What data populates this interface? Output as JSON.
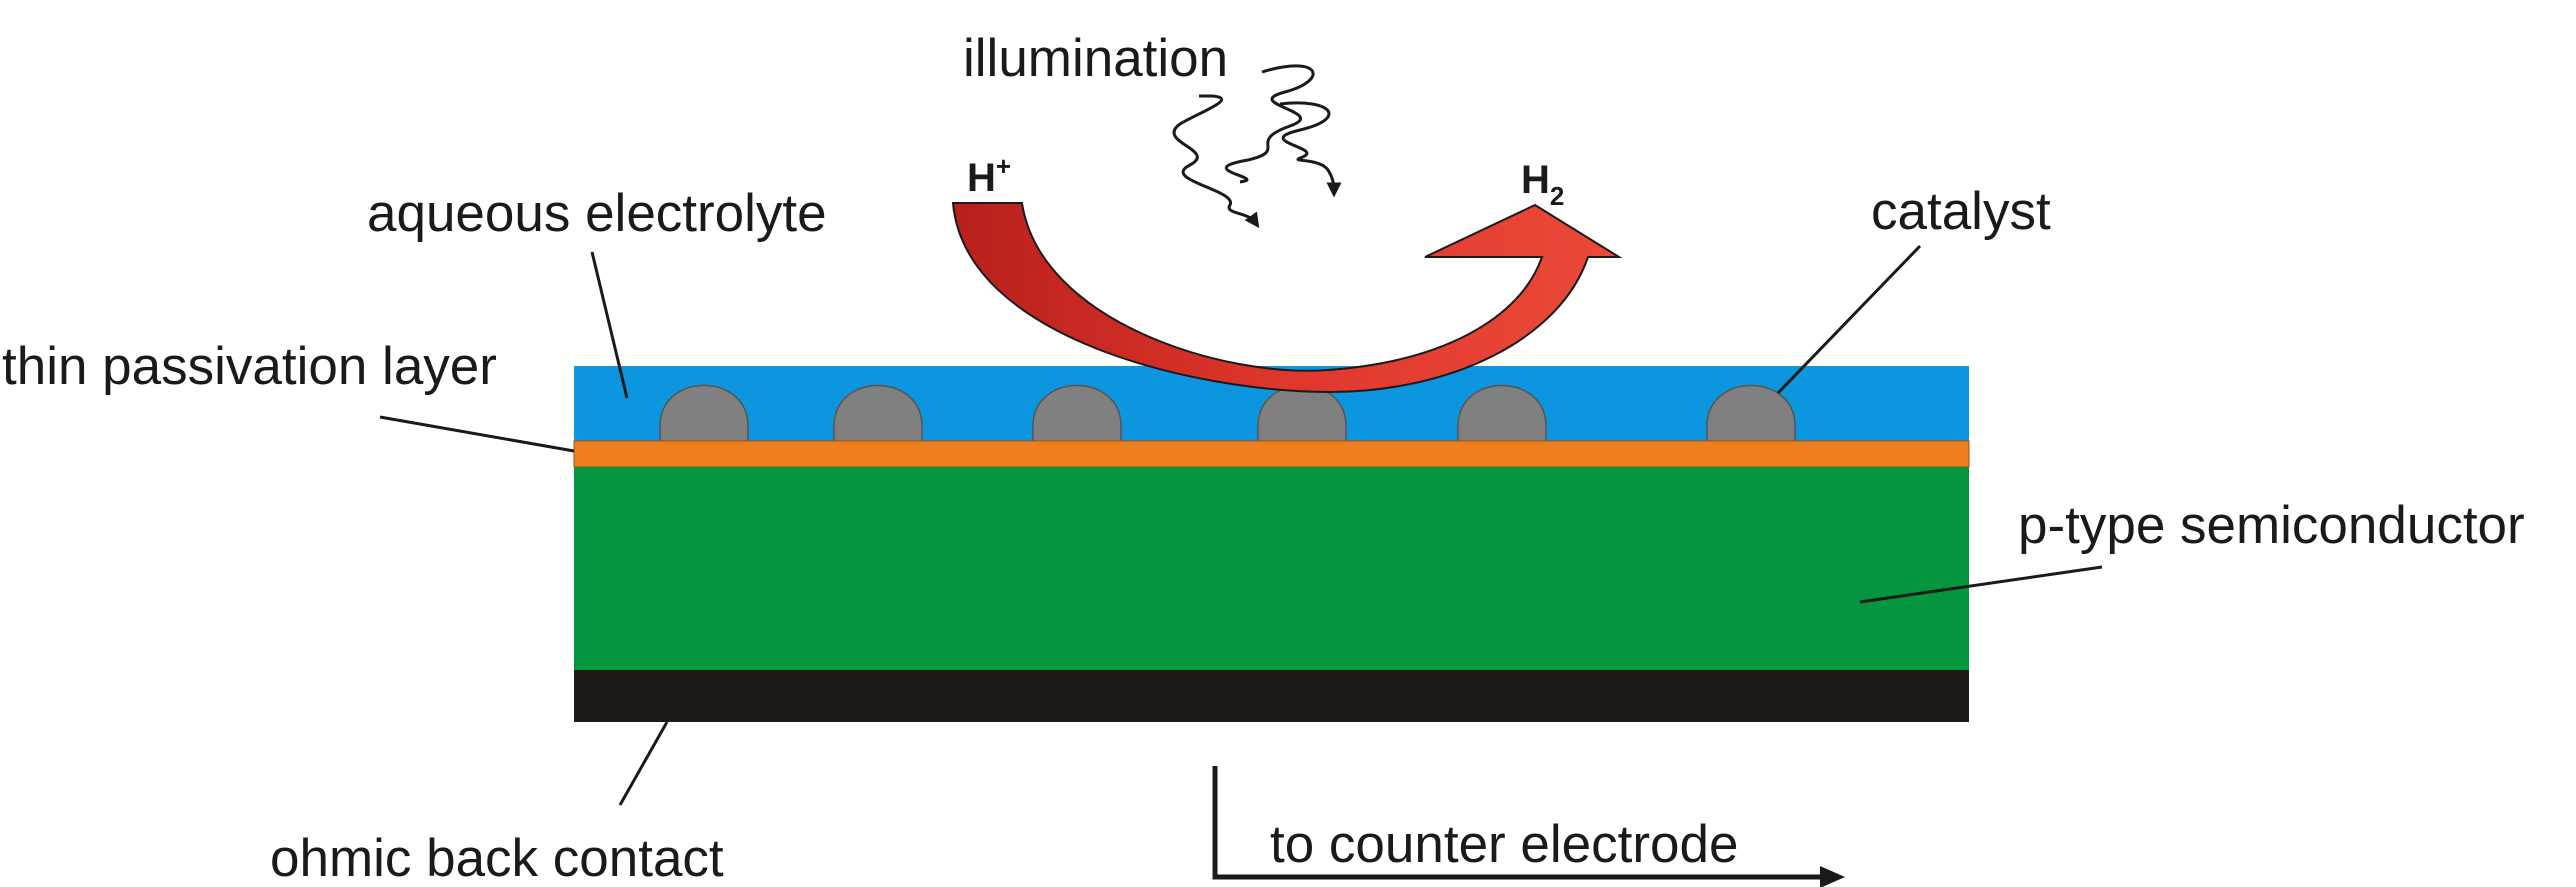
{
  "labels": {
    "illumination": "illumination",
    "aqueous_electrolyte": "aqueous electrolyte",
    "thin_passivation_layer": "thin passivation layer",
    "catalyst": "catalyst",
    "p_type_semiconductor": "p-type semiconductor",
    "ohmic_back_contact": "ohmic back contact",
    "to_counter_electrode": "to counter electrode"
  },
  "species": {
    "reactant": "H",
    "reactant_charge": "+",
    "product": "H",
    "product_subscript": "2"
  },
  "colors": {
    "electrolyte": "#0d96e0",
    "passivation": "#ee7f1c",
    "semiconductor": "#03963e",
    "back_contact": "#1e1a18",
    "catalyst": "#808080",
    "arrow": "#d9312a",
    "line": "#1a1a1a"
  },
  "catalyst_particle_count": 6
}
